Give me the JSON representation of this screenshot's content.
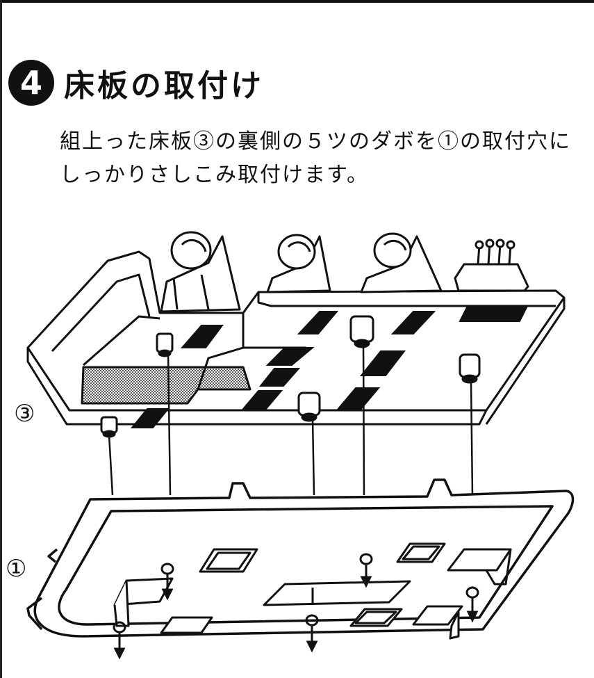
{
  "step": {
    "number": "4",
    "title": "床板の取付け"
  },
  "instructions": {
    "line1": "組上った床板③の裏側の５ツのダボを①の取付穴に",
    "line2": "しっかりさしこみ取付けます。"
  },
  "parts": {
    "upper_label": "③",
    "lower_label": "①"
  },
  "colors": {
    "ink": "#111111",
    "paper": "#ffffff",
    "screen": "#777777"
  }
}
